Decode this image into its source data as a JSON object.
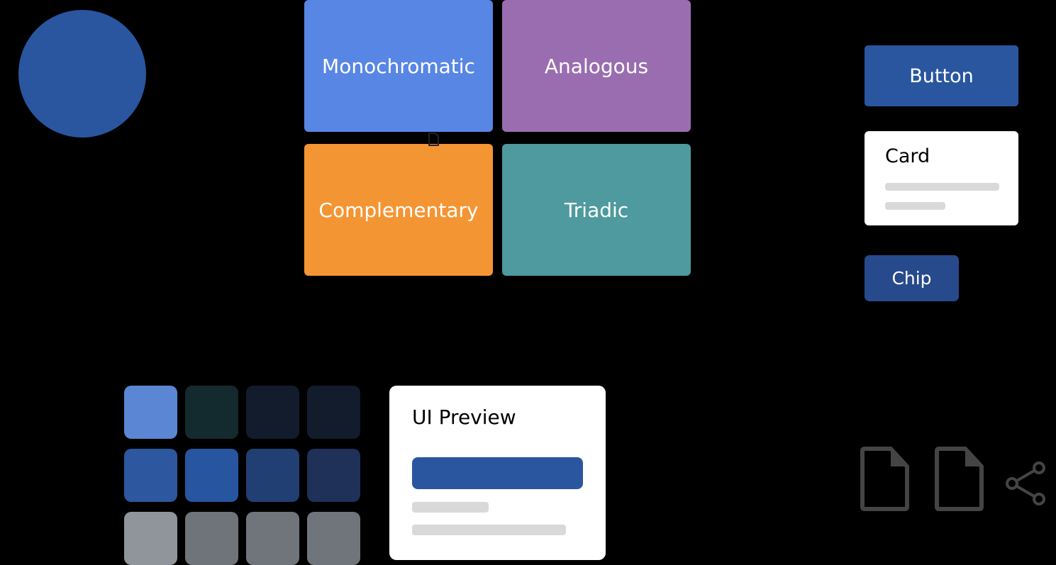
{
  "colors": {
    "primary": "#2a56a0",
    "background": "#000000"
  },
  "primary_circle": {
    "color": "#2a56a0"
  },
  "harmonies": [
    {
      "label": "Monochromatic",
      "color": "#5886e4"
    },
    {
      "label": "Analogous",
      "color": "#9a6db0"
    },
    {
      "label": "Complementary",
      "color": "#f49533"
    },
    {
      "label": "Triadic",
      "color": "#4e9a9e"
    }
  ],
  "cursor": {
    "icon": "file-icon"
  },
  "components": {
    "button_label": "Button",
    "card_title": "Card",
    "chip_label": "Chip"
  },
  "palette": [
    [
      "#5b86d3",
      "#132a2e",
      "#121c2c",
      "#121c2c"
    ],
    [
      "#2d579e",
      "#2855a0",
      "#223f73",
      "#1f3059"
    ],
    [
      "#90949b",
      "#6f747b",
      "#70757c",
      "#70757c"
    ]
  ],
  "preview": {
    "title": "UI Preview"
  },
  "icons": [
    "file-icon",
    "file-icon",
    "share-icon"
  ]
}
